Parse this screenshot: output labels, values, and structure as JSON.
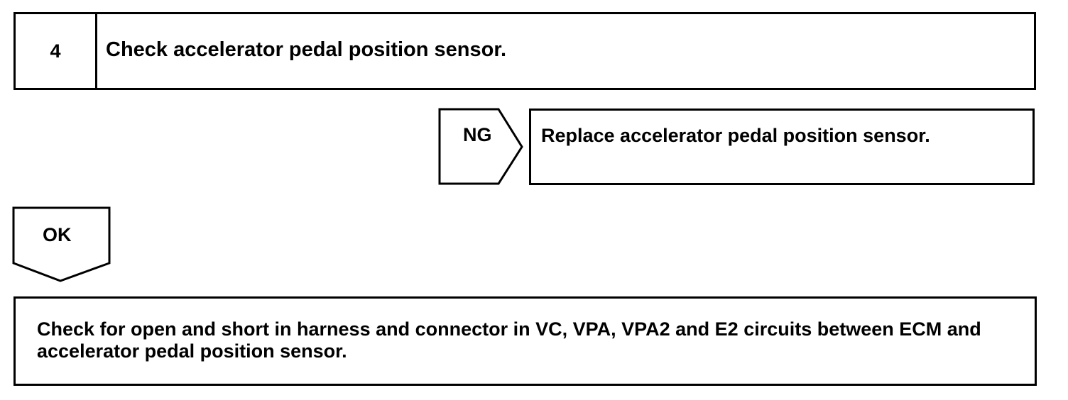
{
  "step": {
    "number": "4",
    "title": "Check accelerator pedal position sensor."
  },
  "ng": {
    "label": "NG",
    "action": "Replace accelerator pedal position sensor."
  },
  "ok": {
    "label": "OK"
  },
  "next_step": {
    "text": "Check for open and short in harness and connector in VC, VPA, VPA2 and E2 circuits between ECM and accelerator pedal position sensor."
  }
}
